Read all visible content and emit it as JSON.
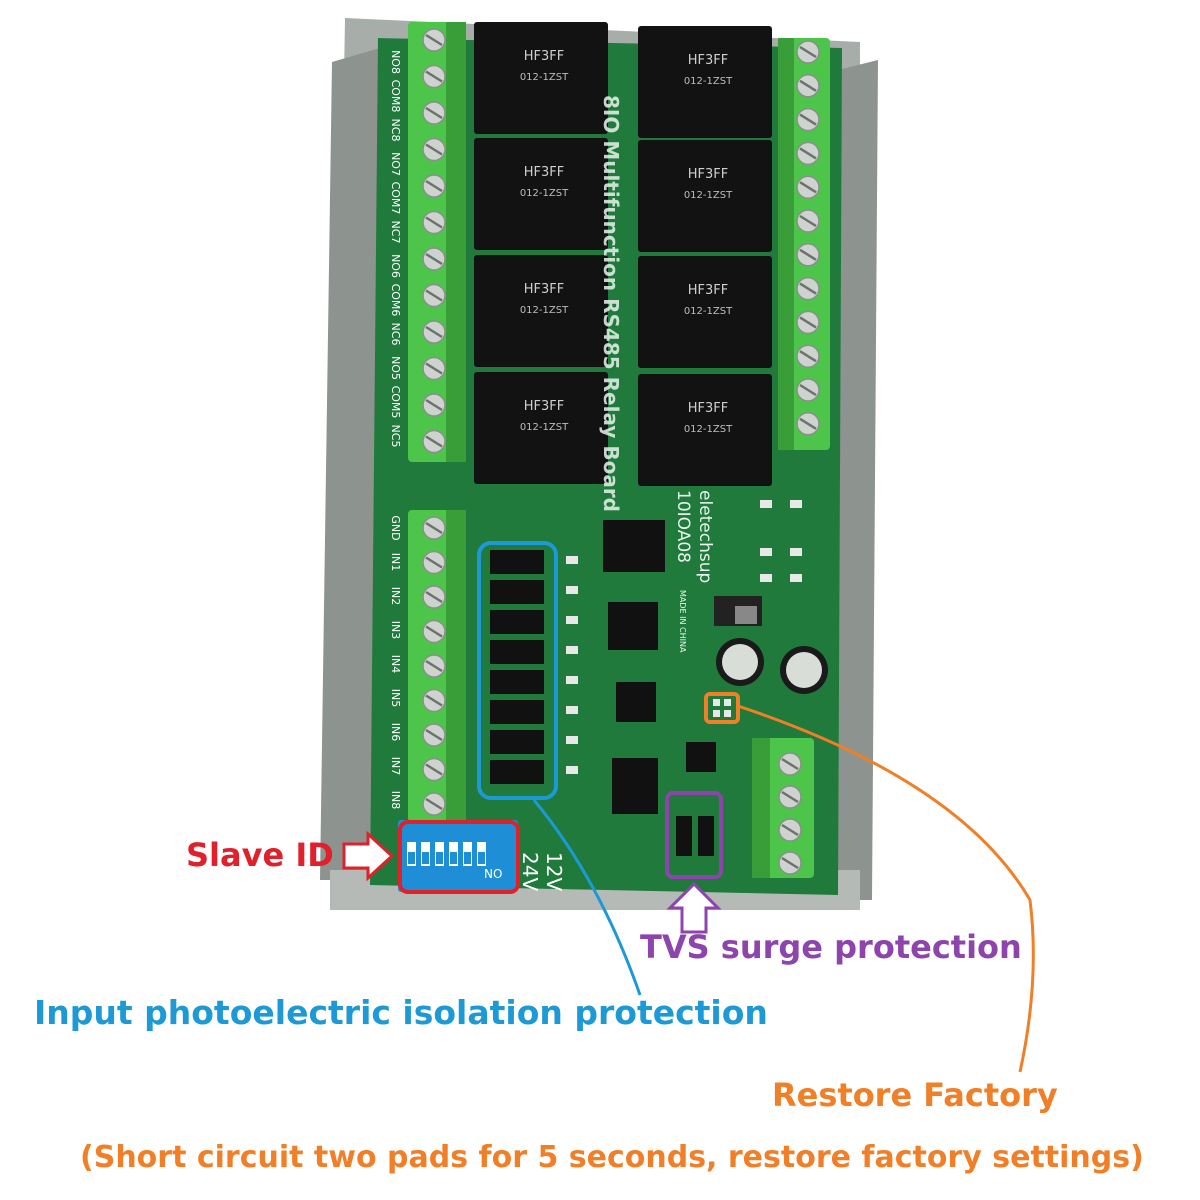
{
  "board": {
    "model": "10IOA08",
    "brand": "eletechsup",
    "made_in": "MADE IN CHINA",
    "title_silkscreen": "8IO Multifunction RS485 Relay Board",
    "dip_label": "NO",
    "power_label_12": "12V",
    "power_label_24": "24V"
  },
  "left_terminals_top": [
    "NO8",
    "COM8",
    "NC8",
    "NO7",
    "COM7",
    "NC7",
    "NO6",
    "COM6",
    "NC6",
    "NO5",
    "COM5",
    "NC5"
  ],
  "left_terminals_bottom": [
    "GND",
    "IN1",
    "IN2",
    "IN3",
    "IN4",
    "IN5",
    "IN6",
    "IN7",
    "IN8"
  ],
  "relays": {
    "brand": "HF3FF",
    "part": "012-1ZST"
  },
  "annotations": {
    "slave_id": "Slave ID",
    "tvs": "TVS surge protection",
    "input_isolation": "Input photoelectric isolation protection",
    "restore": "Restore Factory",
    "restore_note": "(Short circuit two pads for 5 seconds, restore factory settings)"
  },
  "colors": {
    "slave_id": "#e0202a",
    "tvs": "#8e44ad",
    "input_isolation": "#1d9ad6",
    "restore": "#f07f27",
    "pcb": "#1f7a3c",
    "terminal": "#4cc54a",
    "relay": "#111111",
    "rail": "#9aa09c"
  }
}
